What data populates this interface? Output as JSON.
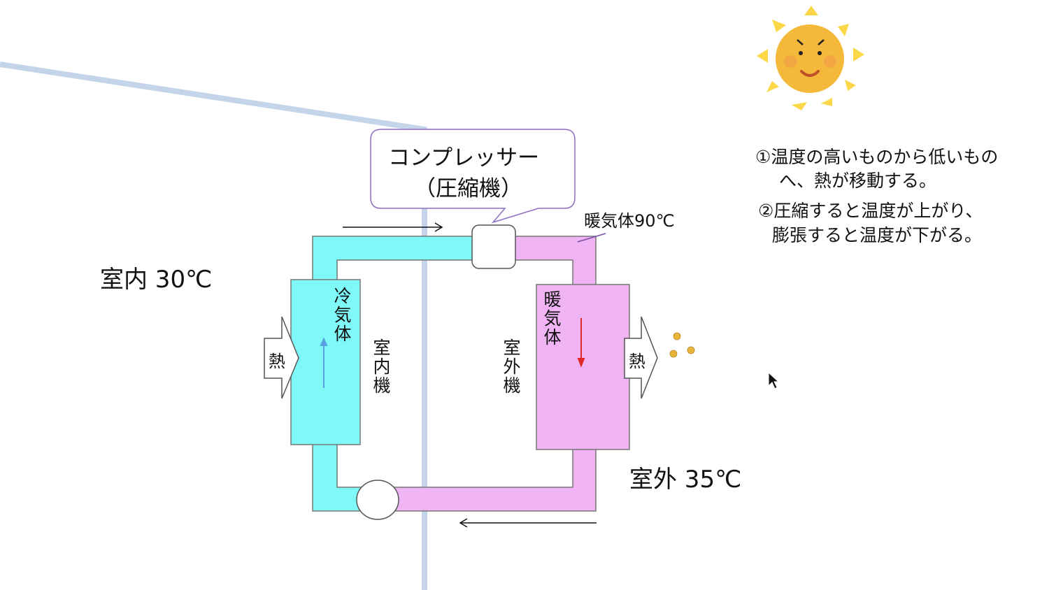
{
  "callout": {
    "line1": "コンプレッサー",
    "line2": "（圧縮機）"
  },
  "labels": {
    "indoor_temp": "室内 30℃",
    "outdoor_temp": "室外 35℃",
    "warm_gas_temp": "暖気体90℃",
    "cold_gas": "冷気体",
    "warm_gas": "暖気体",
    "indoor_unit": "室内機",
    "outdoor_unit": "室外機",
    "heat_in": "熱",
    "heat_out": "熱"
  },
  "notes": {
    "note1_line1": "①温度の高いものから低いもの",
    "note1_line2": "へ、熱が移動する。",
    "note2_line1": "②圧縮すると温度が上がり、",
    "note2_line2": "膨張すると温度が下がる。"
  },
  "colors": {
    "cold": "#7ff8f8",
    "warm": "#f0b4f4",
    "wall": "#c4d5ea",
    "callout_border": "#8e6fc0",
    "sun": "#f4b93a",
    "ray": "#fbd84a"
  }
}
